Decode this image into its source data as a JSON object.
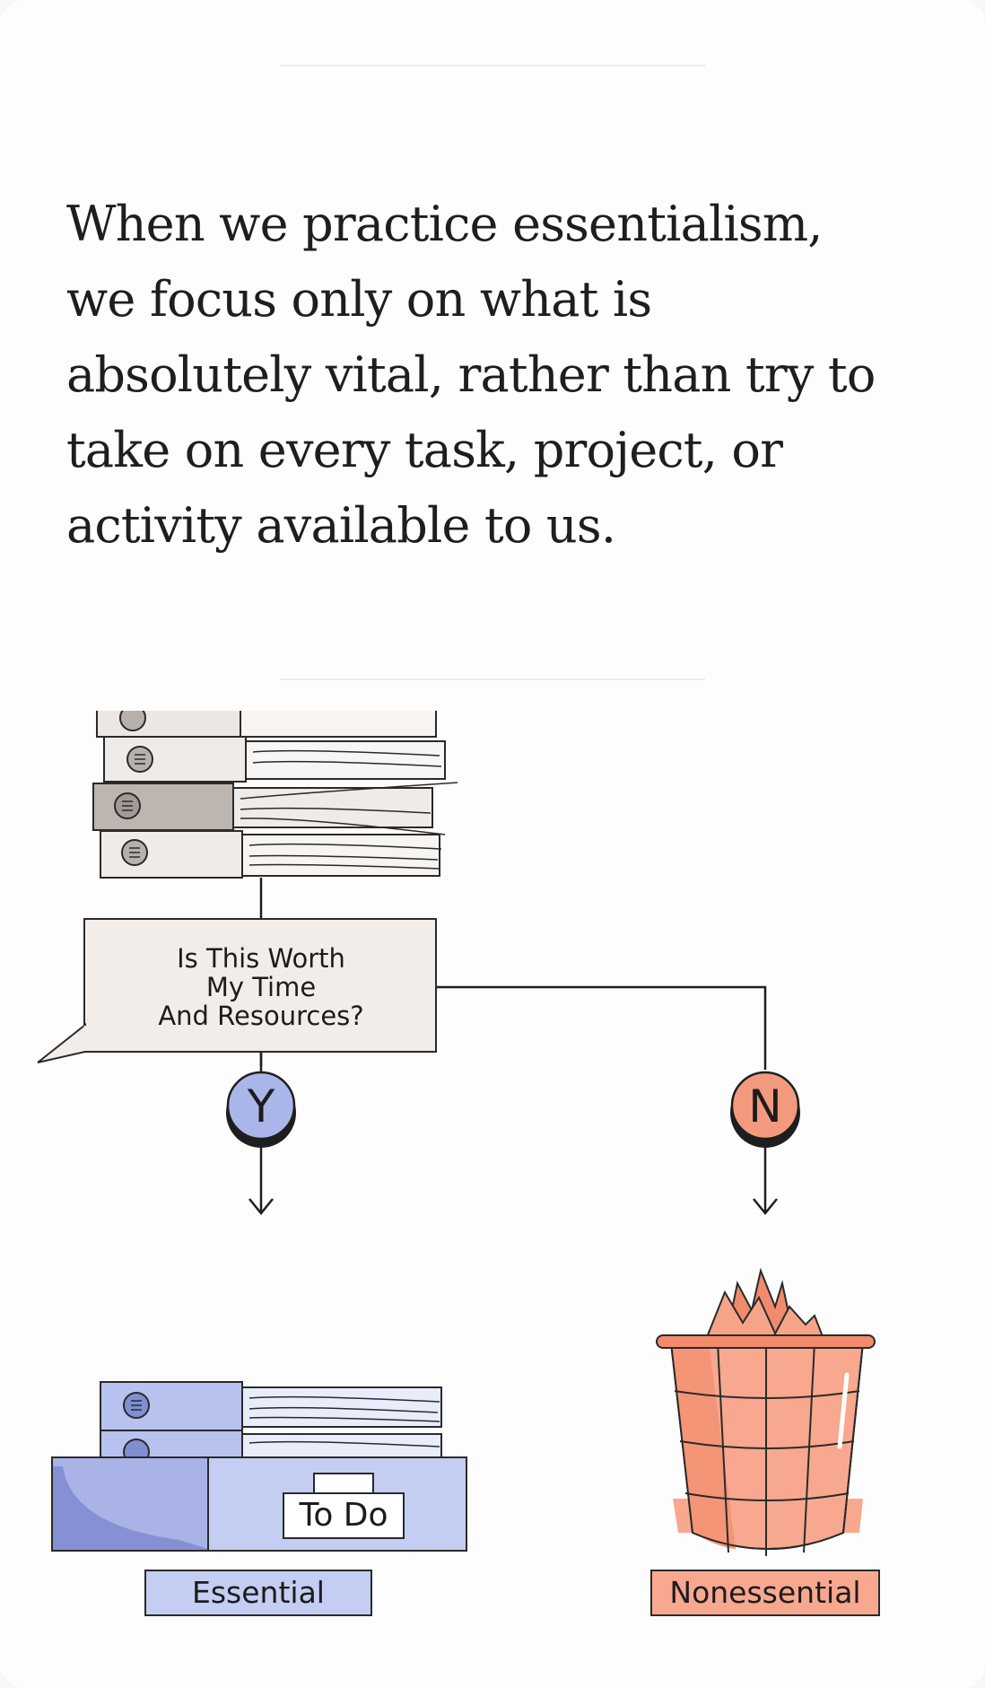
{
  "quote": {
    "lines": [
      "When we practice essentialism,",
      "we focus only on what is",
      "absolutely vital, rather than try to",
      "take on every task, project, or",
      "activity available to us."
    ]
  },
  "diagram": {
    "question": [
      "Is This Worth",
      "My Time",
      "And Resources?"
    ],
    "yes_label": "Y",
    "no_label": "N",
    "todo_label": "To Do",
    "essential_label": "Essential",
    "nonessential_label": "Nonessential"
  },
  "colors": {
    "yes": "#aab6ea",
    "no": "#f39a7e",
    "bubble": "#f3edea",
    "essential": "#c4cdf2",
    "nonessential": "#f7a88f"
  },
  "icons": [
    "binder-stack-icon",
    "speech-bubble-icon",
    "arrow-down-icon",
    "file-box-icon",
    "trash-basket-icon"
  ]
}
